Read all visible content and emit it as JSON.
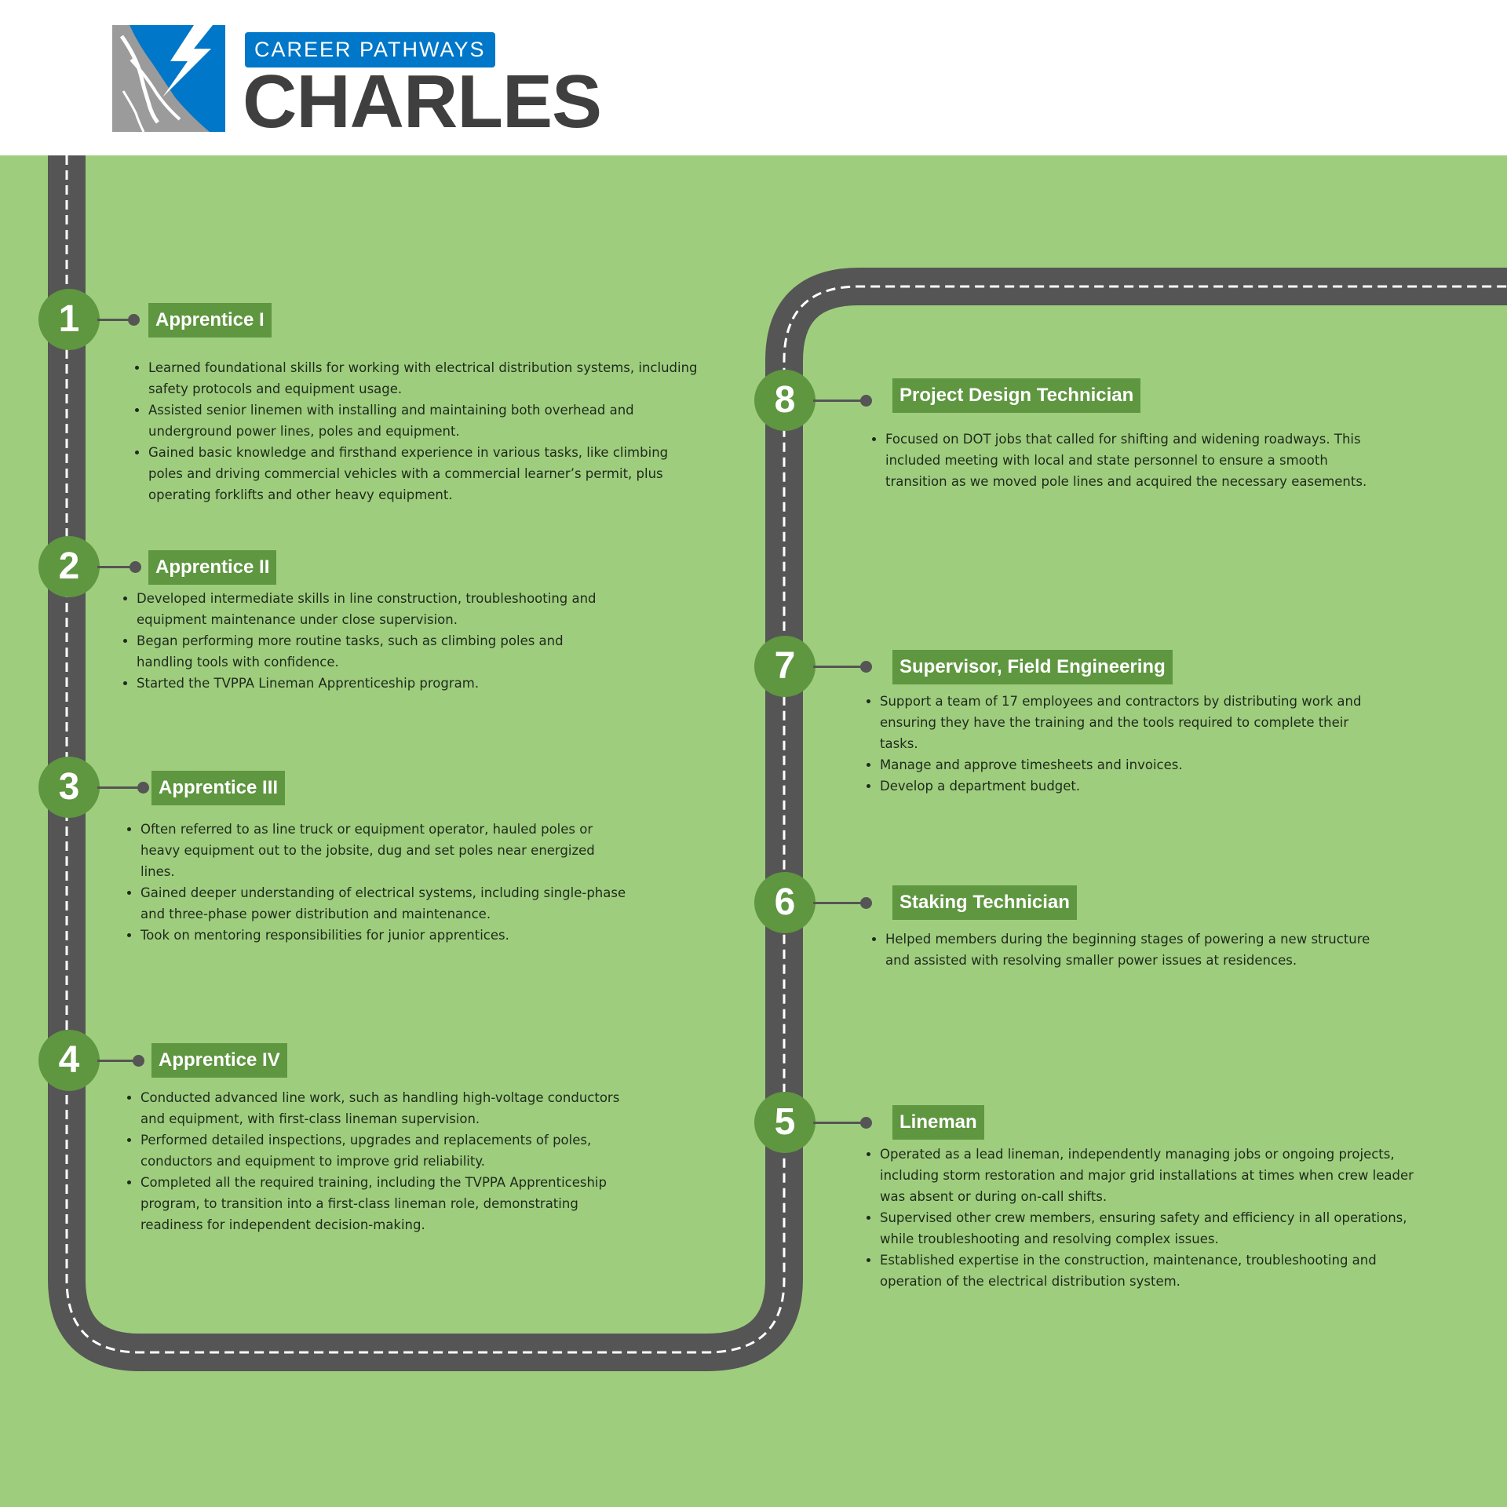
{
  "header": {
    "tag": "CAREER PATHWAYS",
    "title": "CHARLES"
  },
  "colors": {
    "background": "#9fcd7e",
    "header_background": "#ffffff",
    "road": "#555555",
    "road_dash": "#ffffff",
    "step_green": "#5f9640",
    "brand_blue": "#0077c8",
    "brand_gray": "#9b9b9b",
    "title_dark": "#3f3f3f"
  },
  "icons": {
    "logo": "mountain-lightning-logo-icon"
  },
  "steps": [
    {
      "number": "1",
      "title": "Apprentice I",
      "bullets": [
        "Learned foundational skills for working with electrical distribution systems, including safety protocols and equipment usage.",
        "Assisted senior linemen with installing and maintaining both overhead and underground power lines, poles and equipment.",
        "Gained basic knowledge and firsthand experience in various tasks, like climbing poles and driving commercial vehicles with a commercial learner’s permit, plus operating forklifts and other heavy equipment."
      ]
    },
    {
      "number": "2",
      "title": "Apprentice II",
      "bullets": [
        "Developed intermediate skills in line construction, troubleshooting and equipment maintenance under close supervision.",
        "Began performing more routine tasks, such as climbing poles and handling tools with confidence.",
        "Started the TVPPA Lineman Apprenticeship program."
      ]
    },
    {
      "number": "3",
      "title": "Apprentice III",
      "bullets": [
        "Often referred to as line truck or equipment operator, hauled poles or heavy equipment out to the jobsite, dug and set poles near energized lines.",
        "Gained deeper understanding of electrical systems, including single-phase and three-phase power distribution and maintenance.",
        "Took on mentoring responsibilities for junior apprentices."
      ]
    },
    {
      "number": "4",
      "title": "Apprentice IV",
      "bullets": [
        "Conducted advanced line work, such as handling high-voltage conductors and equipment, with first-class lineman supervision.",
        "Performed detailed inspections, upgrades and replacements of poles, conductors and equipment to improve grid reliability.",
        "Completed all the required training, including the TVPPA Apprenticeship program, to transition into a first-class lineman role, demonstrating readiness for independent decision-making."
      ]
    },
    {
      "number": "5",
      "title": "Lineman",
      "bullets": [
        "Operated as a lead lineman, independently managing jobs or ongoing projects, including storm restoration and major grid installations at times when crew leader was absent or during on-call shifts.",
        "Supervised other crew members, ensuring safety and efficiency in all operations, while troubleshooting and resolving complex issues.",
        "Established expertise in the construction, maintenance, troubleshooting and operation of the electrical distribution system."
      ]
    },
    {
      "number": "6",
      "title": "Staking Technician",
      "bullets": [
        "Helped members during the beginning stages of powering a new structure and assisted with resolving smaller power issues at residences."
      ]
    },
    {
      "number": "7",
      "title": "Supervisor, Field Engineering",
      "bullets": [
        "Support a team of 17 employees and contractors by distributing work and ensuring they have the training and the tools required to complete their tasks.",
        "Manage and approve timesheets and invoices.",
        "Develop a department budget."
      ]
    },
    {
      "number": "8",
      "title": "Project Design Technician",
      "bullets": [
        "Focused on DOT jobs that called for shifting and widening roadways. This included meeting with local and state personnel to ensure a smooth transition as we moved pole lines and acquired the necessary easements."
      ]
    }
  ]
}
